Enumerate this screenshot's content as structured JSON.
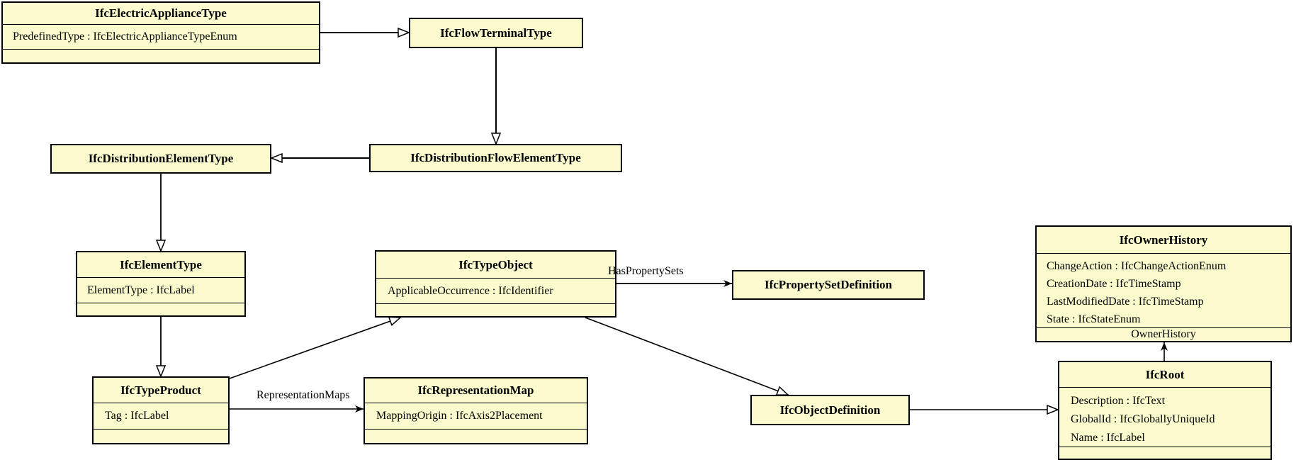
{
  "diagram": {
    "kind": "uml-class-diagram",
    "colors": {
      "box_fill": "#FBFBCD",
      "line": "#000000",
      "background": "#FFFFFF"
    }
  },
  "boxes": {
    "electric_appliance": {
      "title": "IfcElectricApplianceType",
      "attributes": [
        "PredefinedType : IfcElectricApplianceTypeEnum"
      ]
    },
    "flow_terminal": {
      "title": "IfcFlowTerminalType"
    },
    "distribution_element": {
      "title": "IfcDistributionElementType"
    },
    "distribution_flow_element": {
      "title": "IfcDistributionFlowElementType"
    },
    "element_type": {
      "title": "IfcElementType",
      "attributes": [
        "ElementType : IfcLabel"
      ]
    },
    "type_object": {
      "title": "IfcTypeObject",
      "attributes": [
        "ApplicableOccurrence : IfcIdentifier"
      ]
    },
    "property_set_definition": {
      "title": "IfcPropertySetDefinition"
    },
    "owner_history": {
      "title": "IfcOwnerHistory",
      "attributes": [
        "ChangeAction : IfcChangeActionEnum",
        "CreationDate : IfcTimeStamp",
        "LastModifiedDate : IfcTimeStamp",
        "State : IfcStateEnum"
      ],
      "bottom_label": "OwnerHistory"
    },
    "type_product": {
      "title": "IfcTypeProduct",
      "attributes": [
        "Tag : IfcLabel"
      ]
    },
    "representation_map": {
      "title": "IfcRepresentationMap",
      "attributes": [
        "MappingOrigin : IfcAxis2Placement"
      ]
    },
    "object_definition": {
      "title": "IfcObjectDefinition"
    },
    "root": {
      "title": "IfcRoot",
      "attributes": [
        "Description : IfcText",
        "GlobalId : IfcGloballyUniqueId",
        "Name : IfcLabel"
      ]
    }
  },
  "edge_labels": {
    "has_property_sets": "HasPropertySets",
    "representation_maps": "RepresentationMaps"
  },
  "edges": [
    {
      "from": "IfcElectricApplianceType",
      "to": "IfcFlowTerminalType",
      "type": "generalization"
    },
    {
      "from": "IfcFlowTerminalType",
      "to": "IfcDistributionFlowElementType",
      "type": "generalization"
    },
    {
      "from": "IfcDistributionFlowElementType",
      "to": "IfcDistributionElementType",
      "type": "generalization"
    },
    {
      "from": "IfcDistributionElementType",
      "to": "IfcElementType",
      "type": "generalization"
    },
    {
      "from": "IfcElementType",
      "to": "IfcTypeProduct",
      "type": "generalization"
    },
    {
      "from": "IfcTypeProduct",
      "to": "IfcTypeObject",
      "type": "generalization"
    },
    {
      "from": "IfcTypeObject",
      "to": "IfcObjectDefinition",
      "type": "generalization"
    },
    {
      "from": "IfcObjectDefinition",
      "to": "IfcRoot",
      "type": "generalization"
    },
    {
      "from": "IfcTypeObject",
      "to": "IfcPropertySetDefinition",
      "type": "association",
      "label": "HasPropertySets"
    },
    {
      "from": "IfcTypeProduct",
      "to": "IfcRepresentationMap",
      "type": "association",
      "label": "RepresentationMaps"
    },
    {
      "from": "IfcRoot",
      "to": "IfcOwnerHistory",
      "type": "association",
      "label": "OwnerHistory"
    }
  ]
}
